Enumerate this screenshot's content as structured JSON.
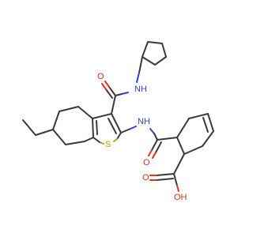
{
  "molecule": {
    "atom_labels": {
      "nh_top_N": "N",
      "nh_top_H": "H",
      "o_top": "O",
      "nh_mid_N": "N",
      "nh_mid_H": "H",
      "s_ring": "S",
      "o_amide": "O",
      "o_acid_carbonyl": "O",
      "oh_acid": "OH"
    }
  }
}
